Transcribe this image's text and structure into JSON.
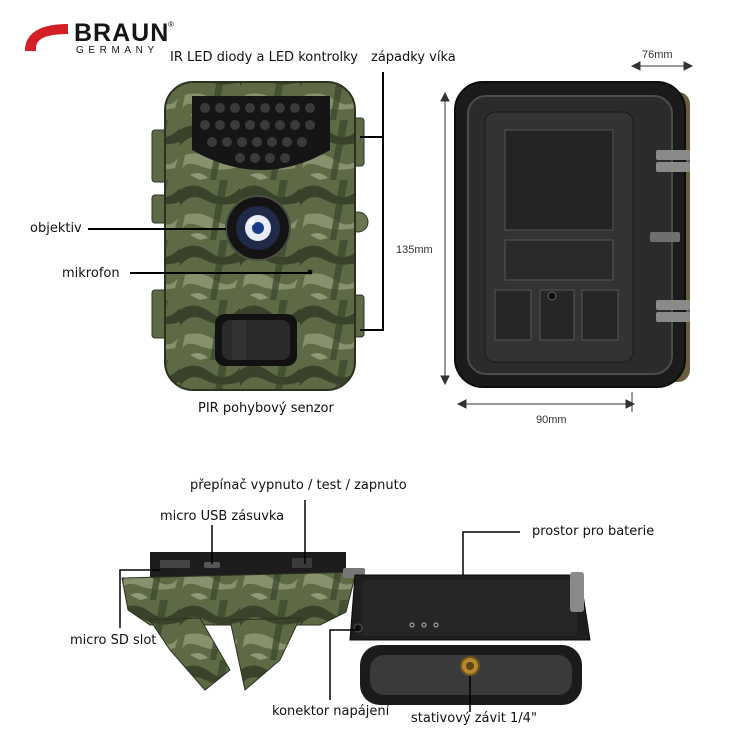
{
  "brand": {
    "name": "BRAUN",
    "sub": "GERMANY",
    "reg": "®",
    "accent": "#d31f26"
  },
  "labels": {
    "ir_led": "IR LED diody a LED kontrolky",
    "latches": "západky víka",
    "lens": "objektiv",
    "mic": "mikrofon",
    "pir": "PIR pohybový senzor",
    "switch": "přepínač vypnuto / test / zapnuto",
    "usb": "micro USB zásuvka",
    "battery": "prostor pro baterie",
    "sd": "micro SD slot",
    "power": "konektor napájení",
    "tripod": "stativový závit 1/4\""
  },
  "dimensions": {
    "depth": "76mm",
    "height": "135mm",
    "width": "90mm"
  },
  "colors": {
    "camo_base": "#5d6a45",
    "camo_dark": "#2f3a24",
    "camo_light": "#8e9874",
    "case": "#1b1b1b"
  }
}
